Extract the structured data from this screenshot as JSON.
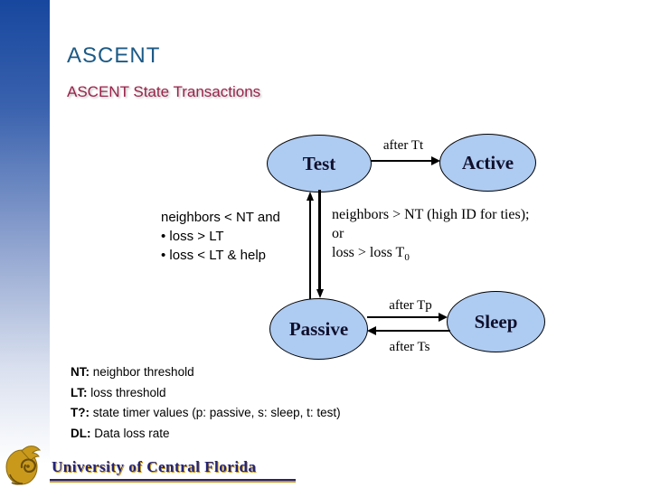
{
  "header": {
    "title": "ASCENT",
    "subtitle": "ASCENT State Transactions"
  },
  "diagram": {
    "states": [
      {
        "label": "Test"
      },
      {
        "label": "Active"
      },
      {
        "label": "Passive"
      },
      {
        "label": "Sleep"
      }
    ],
    "transitions": {
      "test_to_active": "after Tt",
      "passive_to_sleep": "after Tp",
      "sleep_to_passive": "after Ts"
    },
    "conditions": {
      "to_test": [
        "neighbors < NT and",
        "• loss > LT",
        "• loss < LT & help"
      ],
      "to_passive": {
        "line1": "neighbors > NT (high ID for ties);",
        "line2": "or",
        "line3_base": "loss > loss T",
        "line3_sub": "0"
      }
    }
  },
  "legend": [
    {
      "term": "NT:",
      "def": " neighbor threshold"
    },
    {
      "term": "LT:",
      "def": " loss threshold"
    },
    {
      "term": "T?:",
      "def": " state timer values (p: passive, s: sleep, t: test)"
    },
    {
      "term": "DL:",
      "def": " Data loss rate"
    }
  ],
  "footer": {
    "institution": "University of Central Florida"
  },
  "colors": {
    "title_blue": "#1c5a86",
    "subtitle_red": "#99234a",
    "state_fill": "#aecbf2",
    "state_border": "#000000",
    "sidebar_blue": "#17479e",
    "logo_gold": "#c9991c",
    "logo_navy": "#232377"
  }
}
